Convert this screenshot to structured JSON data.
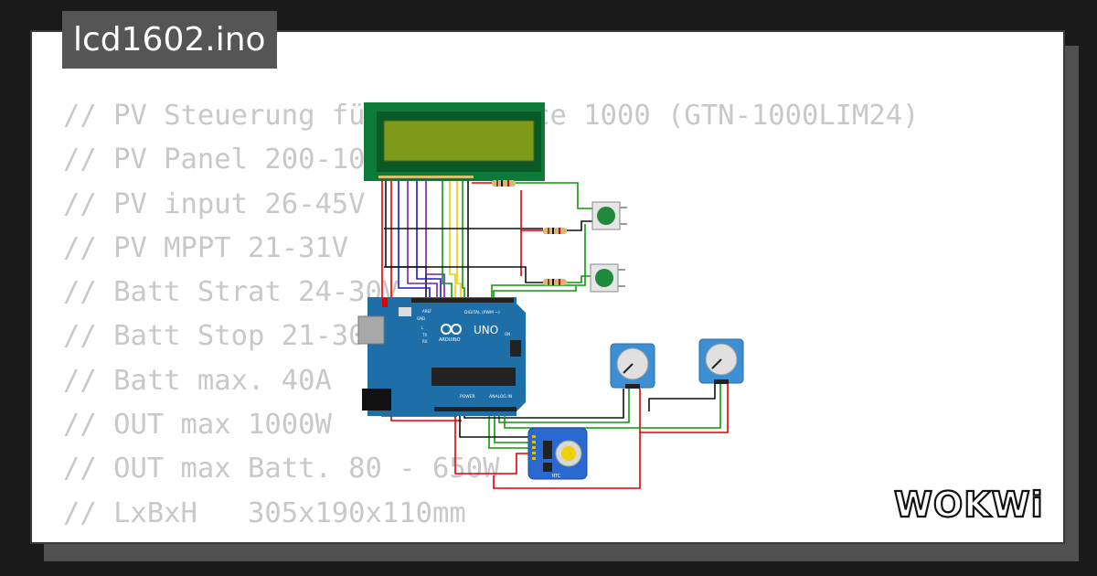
{
  "title": "lcd1602.ino",
  "code_lines": [
    "// PV Steuerung für Soyosource 1000 (GTN-1000LIM24)",
    "// PV Panel 200-1000W",
    "// PV input 26-45V",
    "// PV MPPT 21-31V",
    "// Batt Strat 24-30V",
    "// Batt Stop 21-30V",
    "// Batt max. 40A",
    "// OUT max 1000W",
    "// OUT max Batt. 80 - 650W",
    "// LxBxH   305x190x110mm"
  ],
  "logo_text": "WOKWi",
  "board": {
    "logo": "UNO",
    "subtitle": "ARDUINO",
    "digital_label": "DIGITAL (PWM ~)",
    "power_label": "POWER",
    "analog_label": "ANALOG IN",
    "aref": "AREF",
    "gnd": "GND",
    "on_label": "ON",
    "l_label": "L",
    "tx": "TX",
    "rx": "RX"
  },
  "rtc_label": "RTC",
  "colors": {
    "background": "#1a1a1a",
    "card": "#ffffff",
    "code_text": "#c8c8c8",
    "title_bg": "#555555",
    "lcd_pcb": "#0d7a3a",
    "lcd_screen": "#7d9a1a",
    "arduino": "#1e6fa8",
    "button": "#1f8a3c",
    "pot_body": "#3d8fd4",
    "wire_red": "#e00000",
    "wire_black": "#111111",
    "wire_green": "#0a9a0a",
    "wire_yellow": "#e6d000",
    "wire_purple": "#7a1ea8",
    "wire_blue": "#1a1ad0"
  },
  "icons": [
    "arduino-infinity-icon",
    "wokwi-logo-icon"
  ]
}
